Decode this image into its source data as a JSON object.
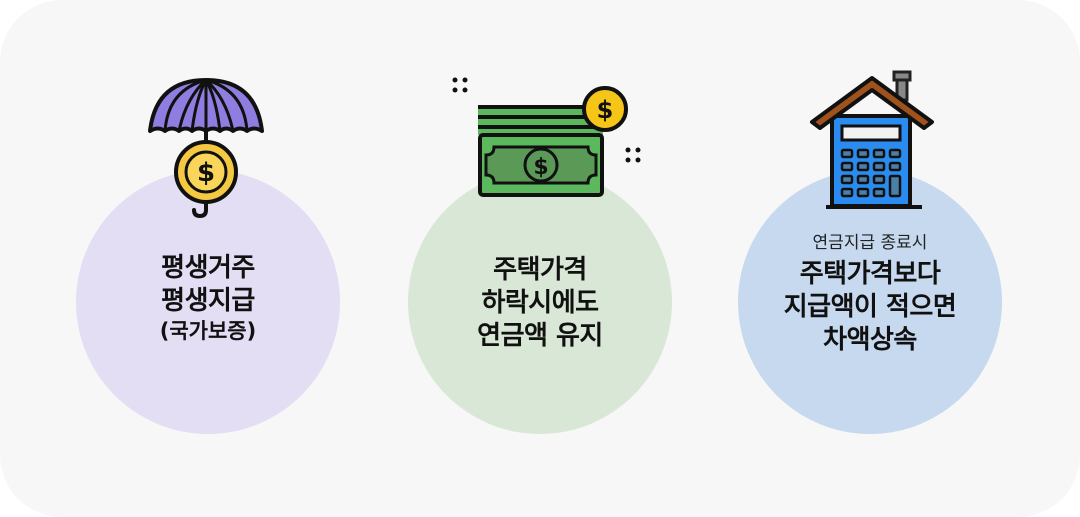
{
  "cards": [
    {
      "icon": "umbrella-coin-icon",
      "color": "#e3def4",
      "lines": [
        "평생거주",
        "평생지급"
      ],
      "note": "(국가보증)"
    },
    {
      "icon": "money-stack-icon",
      "color": "#d9e7d6",
      "lines": [
        "주택가격",
        "하락시에도",
        "연금액 유지"
      ]
    },
    {
      "icon": "house-calculator-icon",
      "color": "#c6d9ef",
      "caption": "연금지급 종료시",
      "lines": [
        "주택가격보다",
        "지급액이 적으면",
        "차액상속"
      ]
    }
  ]
}
